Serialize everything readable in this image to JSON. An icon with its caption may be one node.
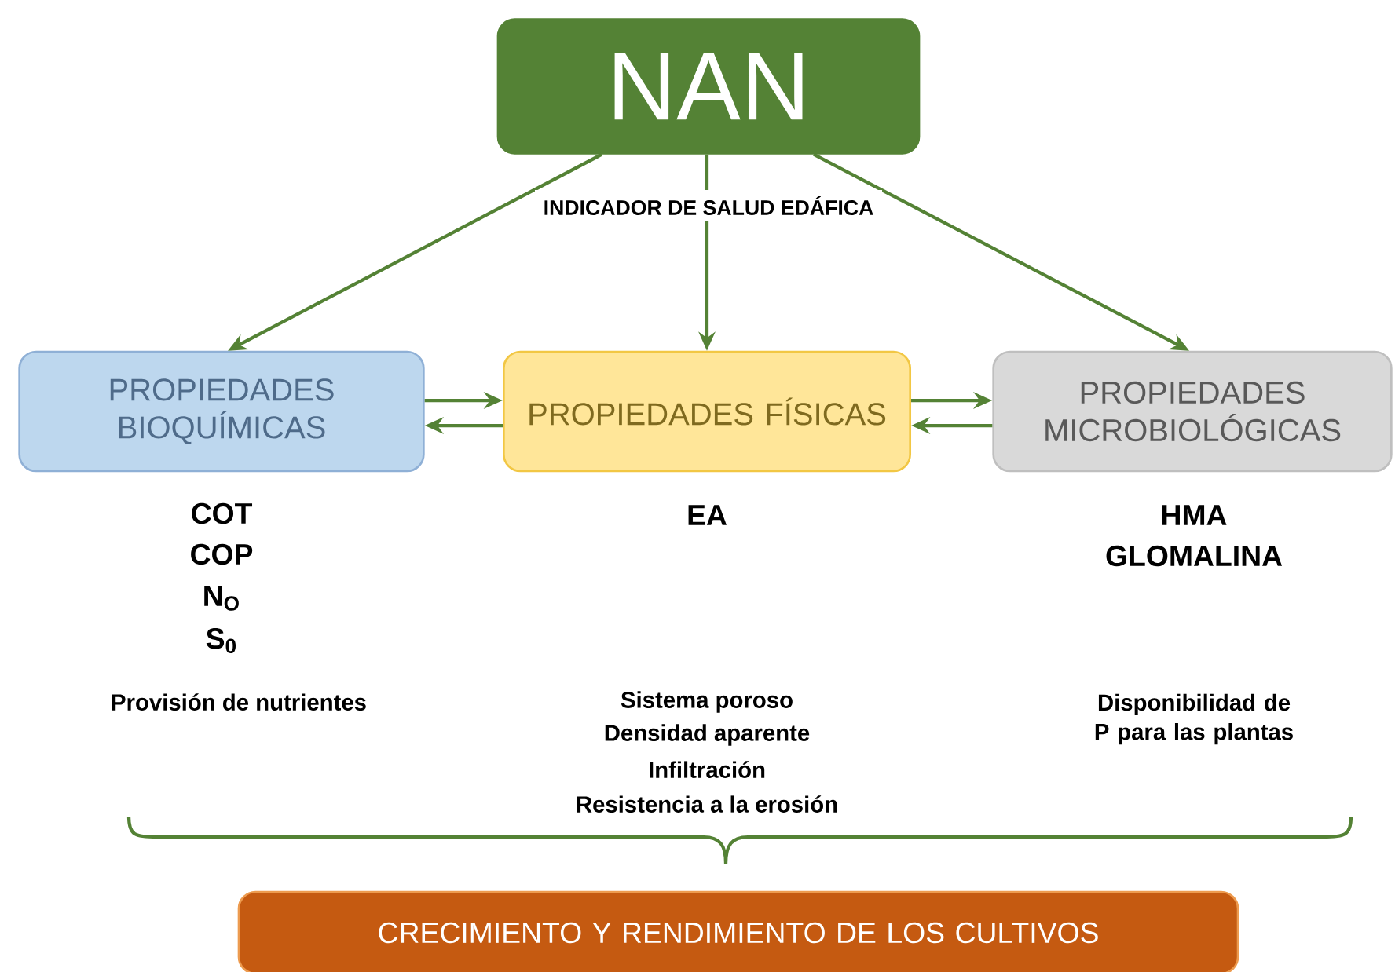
{
  "diagram": {
    "nodes": [
      {
        "text": [
          "NAN"
        ],
        "beside": [
          "INDICADOR DE SALUD EDÁFICA"
        ]
      },
      {
        "text": [
          "PROPIEDADES BIOQUÍMICAS"
        ]
      },
      {
        "text": [
          "PROPIEDADES FÍSICAS"
        ]
      },
      {
        "text": [
          "PROPIEDADES MICROBIOLÓGICAS"
        ]
      },
      {
        "text": [
          "CRECIMIENTO Y RENDIMIENTO DE LOS CULTIVOS"
        ]
      }
    ],
    "edges": [
      {
        "from": 0,
        "to": 1,
        "arrow": "to"
      },
      {
        "from": 0,
        "to": 2,
        "arrow": "to"
      },
      {
        "from": 0,
        "to": 3,
        "arrow": "to"
      },
      {
        "from": 1,
        "to": 2,
        "arrow": "to"
      },
      {
        "from": 2,
        "to": 1,
        "arrow": "to"
      },
      {
        "from": 2,
        "to": 3,
        "arrow": "to"
      },
      {
        "from": 3,
        "to": 2,
        "arrow": "to"
      }
    ],
    "labels": [
      "COT",
      "COP",
      "N$_{O}$",
      "S$_{0}$",
      "EA",
      "HMA",
      "GLOMALINA",
      "Provisión de nutrientes",
      "Sistema poroso",
      "Densidad aparente",
      "Infiltración",
      "Resistencia a la erosión",
      "Disponibilidad de P para las plantas"
    ]
  }
}
